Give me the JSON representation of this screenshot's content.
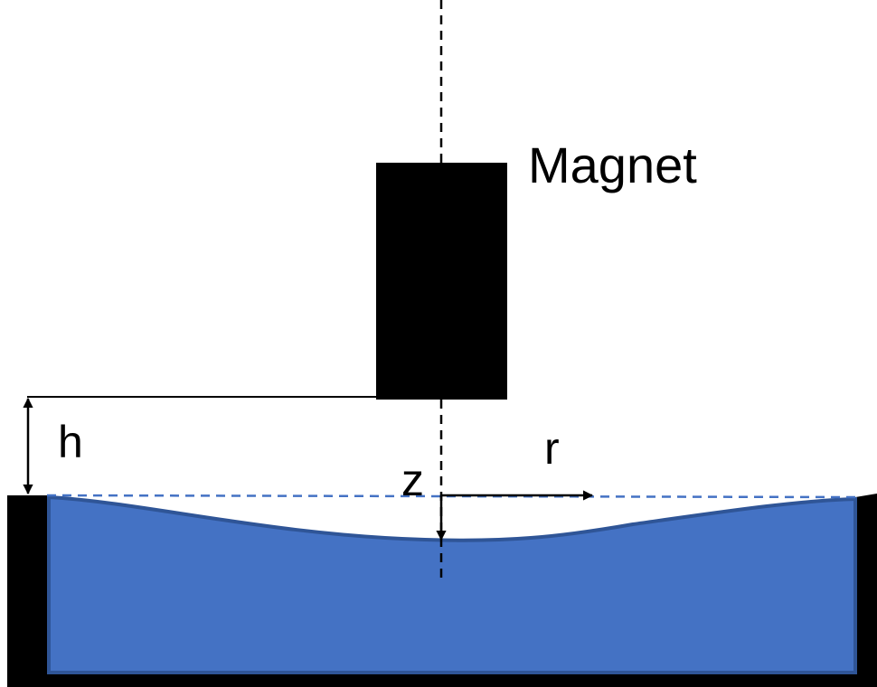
{
  "labels": {
    "magnet": "Magnet",
    "h": "h",
    "z": "z",
    "r": "r"
  },
  "colors": {
    "fluid_fill": "#4472C4",
    "fluid_stroke": "#2F5597",
    "reference_line": "#4472C4",
    "solid": "#000000",
    "background": "#FFFFFF"
  }
}
